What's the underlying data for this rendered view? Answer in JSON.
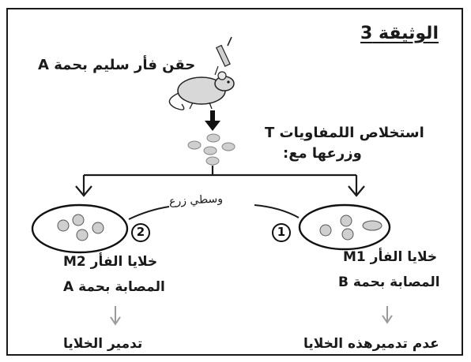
{
  "document": {
    "title": "الوثيقة 3",
    "injection_label": "حقن فأر سليم بحمة A",
    "extraction_line1": "استخلاص اللمفاويات T",
    "extraction_line2": "وزرعها مع:",
    "medium_label": "وسطي زرع",
    "culture_2": {
      "number": "2",
      "line1": "خلايا الفأر M2",
      "line2": "المصابة بحمة A",
      "result": "تدمير الخلايا"
    },
    "culture_1": {
      "number": "1",
      "line1": "خلايا الفأر M1",
      "line2": "المصابة بحمة B",
      "result": "عدم تدميرهذه الخلايا"
    }
  },
  "colors": {
    "ink": "#1a1a1a",
    "cell_fill": "#cfcfcf",
    "arrow_gray": "#9a9a9a"
  },
  "icons": [
    "mouse-icon",
    "syringe-icon"
  ]
}
